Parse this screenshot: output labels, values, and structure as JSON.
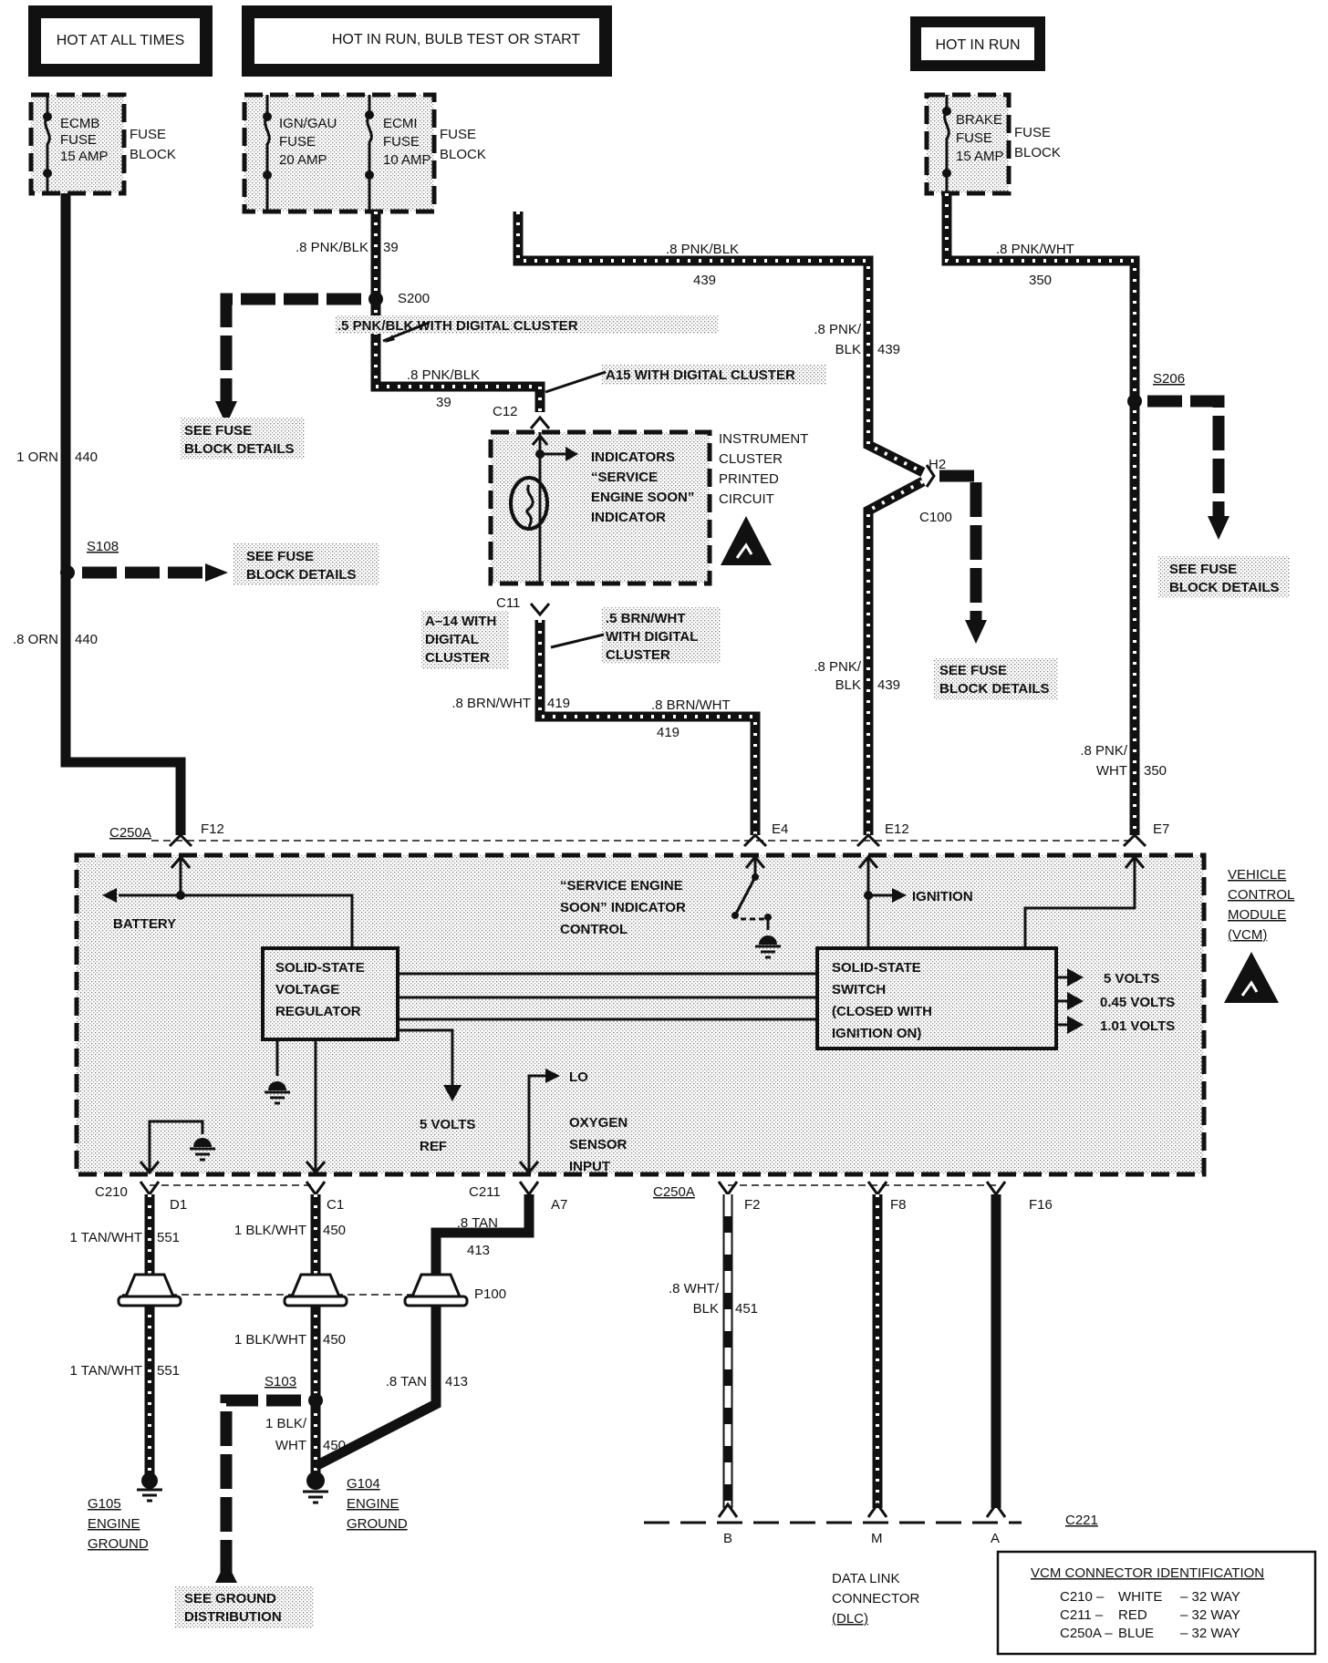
{
  "power_sources": [
    {
      "label": "HOT AT ALL TIMES"
    },
    {
      "label": "HOT IN RUN, BULB TEST OR START"
    },
    {
      "label": "HOT IN RUN"
    }
  ],
  "fuse_blocks": {
    "label_line1": "FUSE",
    "label_line2": "BLOCK",
    "fuses": [
      {
        "name": "ECMB",
        "type": "FUSE",
        "rating": "15 AMP"
      },
      {
        "name": "IGN/GAU",
        "type": "FUSE",
        "rating": "20 AMP"
      },
      {
        "name": "ECMI",
        "type": "FUSE",
        "rating": "10 AMP"
      },
      {
        "name": "BRAKE",
        "type": "FUSE",
        "rating": "15 AMP"
      }
    ]
  },
  "wires": {
    "w440_upper": {
      "gauge_color": "1 ORN",
      "circuit": "440"
    },
    "w440_lower": {
      "gauge_color": ".8 ORN",
      "circuit": "440"
    },
    "w39_upper": {
      "gauge_color": ".8 PNK/BLK",
      "circuit": "39"
    },
    "w39_lower": {
      "gauge_color": ".8 PNK/BLK",
      "circuit": "39"
    },
    "w39_note": ".5 PNK/BLK WITH DIGITAL CLUSTER",
    "c12_note": "A15 WITH DIGITAL CLUSTER",
    "w439_top": {
      "gauge_color": ".8 PNK/BLK",
      "circuit": "439"
    },
    "w439_mid": {
      "gauge_color_1": ".8 PNK/",
      "gauge_color_2": "BLK",
      "circuit": "439"
    },
    "w439_low": {
      "gauge_color_1": ".8 PNK/",
      "gauge_color_2": "BLK",
      "circuit": "439"
    },
    "w350_top": {
      "gauge_color": ".8  PNK/WHT",
      "circuit": "350"
    },
    "w350_low": {
      "gauge_color_1": ".8 PNK/",
      "gauge_color_2": "WHT",
      "circuit": "350"
    },
    "c11_note": [
      "A–14 WITH",
      "DIGITAL",
      "CLUSTER"
    ],
    "w419_note": [
      ".5 BRN/WHT",
      "WITH DIGITAL",
      "CLUSTER"
    ],
    "w419_vert": {
      "gauge_color": ".8 BRN/WHT",
      "circuit": "419"
    },
    "w419_horiz": {
      "gauge_color": ".8 BRN/WHT",
      "circuit": "419"
    },
    "w551_upper": {
      "gauge_color": "1 TAN/WHT",
      "circuit": "551"
    },
    "w551_lower": {
      "gauge_color": "1 TAN/WHT",
      "circuit": "551"
    },
    "w450_upper": {
      "gauge_color": "1 BLK/WHT",
      "circuit": "450"
    },
    "w450_mid": {
      "gauge_color": "1 BLK/WHT",
      "circuit": "450"
    },
    "w450_low": {
      "gauge_color_1": "1 BLK/",
      "gauge_color_2": "WHT",
      "circuit": "450"
    },
    "w413_upper": {
      "gauge_color": ".8 TAN",
      "circuit": "413"
    },
    "w413_lower": {
      "gauge_color": ".8 TAN",
      "circuit": "413"
    },
    "w451": {
      "gauge_color_1": ".8  WHT/",
      "gauge_color_2": "BLK",
      "circuit": "451"
    }
  },
  "splices": {
    "s200": "S200",
    "s108": "S108",
    "s206": "S206",
    "s103": "S103"
  },
  "see_fuse_block": [
    "SEE FUSE",
    "BLOCK DETAILS"
  ],
  "see_ground": [
    "SEE GROUND",
    "DISTRIBUTION"
  ],
  "connectors": {
    "c12": "C12",
    "c11": "C11",
    "h2": "H2",
    "c100": "C100",
    "c250a": "C250A",
    "f12": "F12",
    "e4": "E4",
    "e12": "E12",
    "e7": "E7",
    "c210": "C210",
    "d1": "D1",
    "c1": "C1",
    "c211": "C211",
    "a7": "A7",
    "f2": "F2",
    "f8": "F8",
    "f16": "F16",
    "p100": "P100",
    "c221": "C221",
    "dlc_b": "B",
    "dlc_m": "M",
    "dlc_a": "A"
  },
  "instrument_cluster": {
    "title": [
      "INSTRUMENT",
      "CLUSTER",
      "PRINTED",
      "CIRCUIT"
    ],
    "indicator": [
      "INDICATORS",
      "“SERVICE",
      "ENGINE SOON”",
      "INDICATOR"
    ]
  },
  "vcm": {
    "title": [
      "VEHICLE",
      "CONTROL",
      "MODULE",
      "(VCM)"
    ],
    "battery": "BATTERY",
    "ses_control": [
      "“SERVICE ENGINE",
      "SOON” INDICATOR",
      "CONTROL"
    ],
    "ignition": "IGNITION",
    "regulator": [
      "SOLID-STATE",
      "VOLTAGE",
      "REGULATOR"
    ],
    "switch": [
      "SOLID-STATE",
      "SWITCH",
      "(CLOSED WITH",
      "IGNITION ON)"
    ],
    "outputs": [
      "5 VOLTS",
      "0.45 VOLTS",
      "1.01 VOLTS"
    ],
    "ref": [
      "5 VOLTS",
      "REF"
    ],
    "lo": "LO",
    "oxygen": [
      "OXYGEN",
      "SENSOR",
      "INPUT"
    ]
  },
  "grounds": {
    "g105": [
      "G105",
      "ENGINE",
      "GROUND"
    ],
    "g104": [
      "G104",
      "ENGINE",
      "GROUND"
    ]
  },
  "dlc": [
    "DATA LINK",
    "CONNECTOR",
    "(DLC)"
  ],
  "connector_id": {
    "title": "VCM CONNECTOR IDENTIFICATION",
    "rows": [
      {
        "conn": "C210 –",
        "color": "WHITE",
        "ways": "– 32 WAY"
      },
      {
        "conn": "C211 –",
        "color": "RED",
        "ways": "– 32 WAY"
      },
      {
        "conn": "C250A –",
        "color": "BLUE",
        "ways": "– 32 WAY"
      }
    ]
  }
}
